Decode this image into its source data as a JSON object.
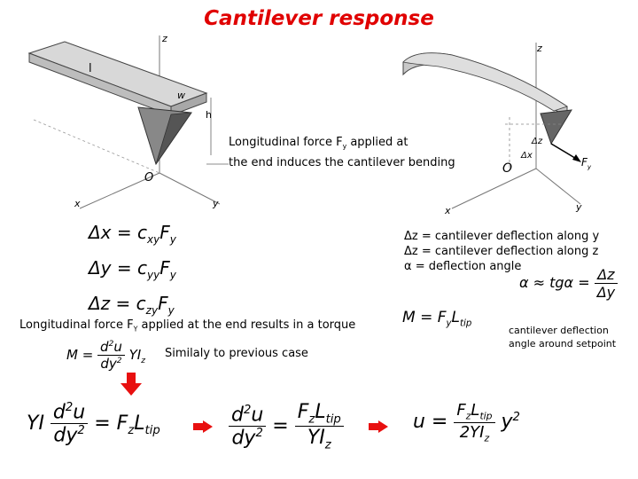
{
  "title": "Cantilever response",
  "figure_left": {
    "axis_z": "z",
    "label_l": "l",
    "label_w": "w",
    "label_htr": "h",
    "origin": "O",
    "axis_x": "x",
    "axis_y": "y"
  },
  "figure_right": {
    "axis_z": "z",
    "origin": "O",
    "axis_x": "x",
    "axis_y": "y",
    "force_label": "F",
    "force_sub": "y",
    "dz_label": "Δz",
    "dx_label": "Δx"
  },
  "caption_bending": {
    "line1_pre": "Longitudinal force F",
    "line1_sub": "y",
    "line1_post": " applied at",
    "line2": "the end induces the cantilever bending"
  },
  "deflection_eqs": [
    {
      "lhs": "Δx",
      "coef": "c",
      "coef_sub": "xy",
      "force": "F",
      "force_sub": "y"
    },
    {
      "lhs": "Δy",
      "coef": "c",
      "coef_sub": "yy",
      "force": "F",
      "force_sub": "y"
    },
    {
      "lhs": "Δz",
      "coef": "c",
      "coef_sub": "zy",
      "force": "F",
      "force_sub": "y"
    }
  ],
  "definitions": [
    "Δz = cantilever deflection along y",
    "Δz = cantilever deflection along z",
    "α = deflection angle"
  ],
  "angle_eq": {
    "lhs": "α ≈ tgα =",
    "num": "Δz",
    "den": "Δy"
  },
  "caption_torque": {
    "pre": "Longitudinal force F",
    "sub": "Y",
    "post": " applied at the end results in a torque"
  },
  "moment_eq": {
    "lhs": "M = F",
    "sub1": "y",
    "mid": "L",
    "sub2": "tip"
  },
  "side_note": [
    "cantilever deflection",
    "angle around setpoint"
  ],
  "similar_text": "Similaly to previous case",
  "colors": {
    "title": "#e00000",
    "arrow": "#e81010"
  }
}
